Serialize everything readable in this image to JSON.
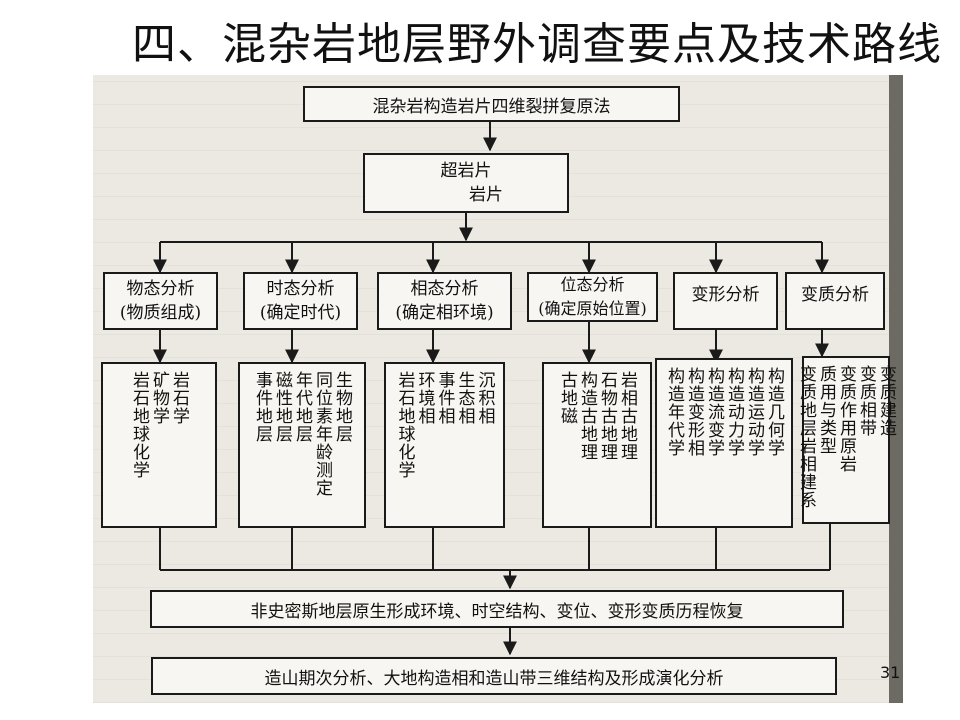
{
  "slide": {
    "title": "四、混杂岩地层野外调查要点及技术路线",
    "page_number": "31"
  },
  "diagram": {
    "top": "混杂岩构造岩片四维裂拼复原法",
    "level2": [
      "超岩片",
      "岩片"
    ],
    "analyses": [
      {
        "name": "物态分析",
        "sub": "(物质组成)",
        "details": [
          "岩石学",
          "矿物学",
          "岩石地球化学"
        ]
      },
      {
        "name": "时态分析",
        "sub": "(确定时代)",
        "details": [
          "生物地层",
          "同位素年龄测定",
          "年代地层",
          "磁性地层",
          "事件地层"
        ]
      },
      {
        "name": "相态分析",
        "sub": "(确定相环境)",
        "details": [
          "沉积相",
          "生态相",
          "事件相",
          "环境相",
          "岩石地球化学"
        ]
      },
      {
        "name": "位态分析",
        "sub": "(确定原始位置)",
        "details": [
          "岩相古地理",
          "石物古地理",
          "构造古地理",
          "古地磁"
        ]
      },
      {
        "name": "变形分析",
        "details": [
          "构造几何学",
          "构造运动学",
          "构造动力学",
          "构造流变学",
          "构造变形相",
          "构造年代学"
        ]
      },
      {
        "name": "变质分析",
        "details": [
          "变质建造",
          "变质相带",
          "变质作用原岩",
          "质用与类型",
          "变质地层岩相建系"
        ]
      }
    ],
    "synthesis": "非史密斯地层原生形成环境、时空结构、变位、变形变质历程恢复",
    "final": "造山期次分析、大地构造相和造山带三维结构及形成演化分析"
  }
}
